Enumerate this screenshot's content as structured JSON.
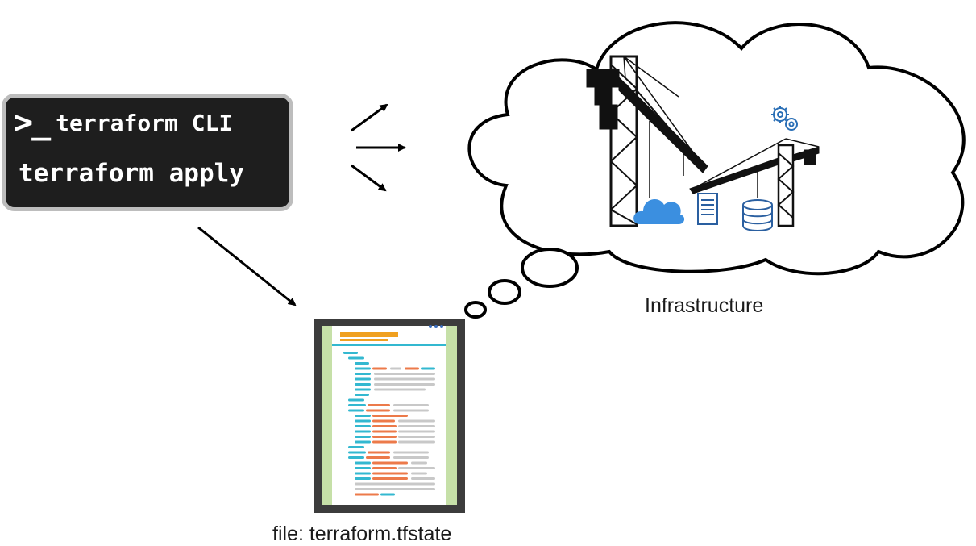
{
  "terminal": {
    "prompt": ">_",
    "title": "terraform CLI",
    "command": "terraform apply"
  },
  "labels": {
    "infrastructure": "Infrastructure",
    "state_file": "file: terraform.tfstate"
  },
  "icons": {
    "terminal": "terminal-prompt-icon",
    "cranes": "construction-crane-icon",
    "cloud_service": "cloud-icon",
    "server": "server-icon",
    "database": "database-icon",
    "settings": "gears-icon",
    "document": "state-file-document-icon"
  },
  "colors": {
    "terminal_bg": "#1e1e1e",
    "terminal_border": "#bdbdbd",
    "cloud_blue": "#3b8fe0",
    "file_green": "#c6e0a8",
    "file_frame": "#3c3c3c",
    "code_orange": "#ec7a4a",
    "code_cyan": "#33b8d0",
    "code_gray": "#c8c8c8",
    "header_orange": "#f0a020"
  }
}
